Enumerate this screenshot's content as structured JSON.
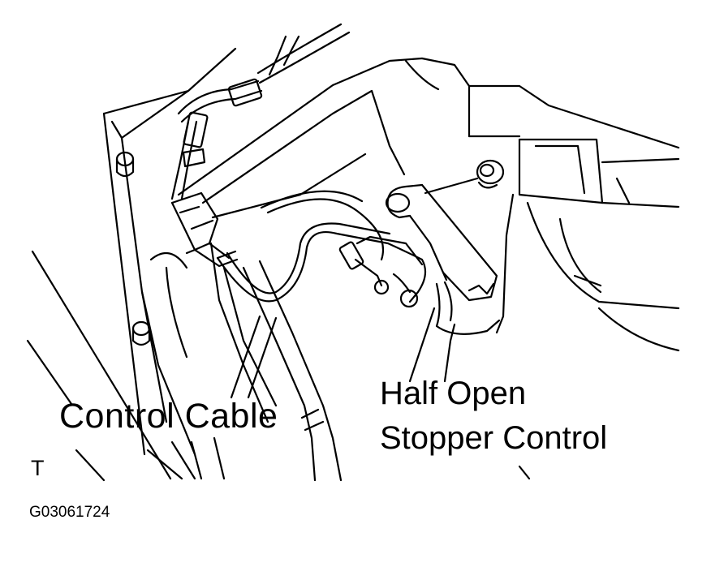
{
  "labels": {
    "control_cable": "Control Cable",
    "half_open_line1": "Half Open",
    "half_open_line2": "Stopper Control",
    "corner_mark": "T",
    "figure_code": "G03061724"
  },
  "colors": {
    "line": "#000000",
    "background": "#ffffff"
  }
}
